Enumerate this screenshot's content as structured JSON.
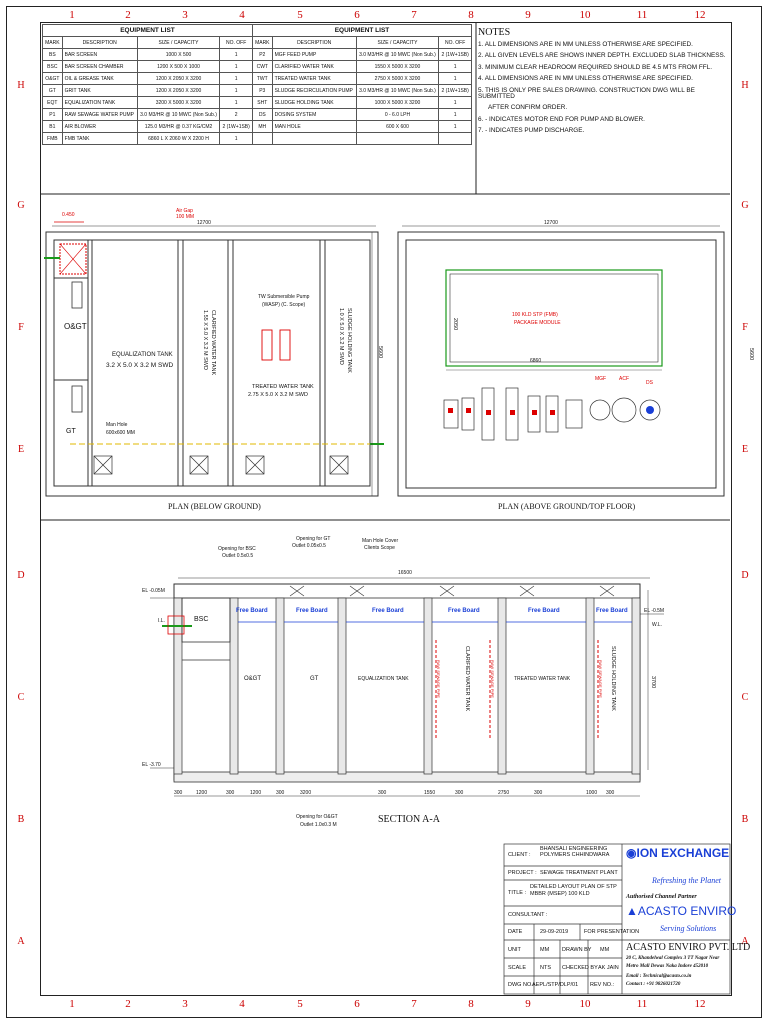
{
  "grid": {
    "columns": [
      "1",
      "2",
      "3",
      "4",
      "5",
      "6",
      "7",
      "8",
      "9",
      "10",
      "11",
      "12"
    ],
    "rows": [
      "H",
      "G",
      "F",
      "E",
      "D",
      "C",
      "B",
      "A"
    ]
  },
  "equipment_list": {
    "title": "EQUIPMENT LIST",
    "headers": [
      "MARK",
      "DESCRIPTION",
      "SIZE / CAPACITY",
      "NO. OFF"
    ],
    "left": [
      [
        "BS",
        "BAR SCREEN",
        "1000 X 500",
        "1"
      ],
      [
        "BSC",
        "BAR SCREEN CHAMBER",
        "1200 X 500 X 1000",
        "1"
      ],
      [
        "O&GT",
        "OIL & GREASE TANK",
        "1200 X 2050 X 3200",
        "1"
      ],
      [
        "GT",
        "GRIT TANK",
        "1200 X 2050 X 3200",
        "1"
      ],
      [
        "EQT",
        "EQUALIZATION TANK",
        "3200 X 5000 X 3200",
        "1"
      ],
      [
        "P1",
        "RAW SEWAGE WATER PUMP",
        "3.0 M3/HR @ 10 MWC (Non Sub.)",
        "2"
      ],
      [
        "B1",
        "AIR BLOWER",
        "125.0 M3/HR @ 0.37 KG/CM2",
        "2 (1W+1SB)"
      ],
      [
        "FMB",
        "FMB TANK",
        "6860 L X 2060 W X 2200 H",
        "1"
      ]
    ],
    "right": [
      [
        "P2",
        "MGF FEED PUMP",
        "3.0 M3/HR @ 10 MWC (Non Sub.)",
        "2 (1W+1SB)"
      ],
      [
        "CWT",
        "CLARIFIED WATER TANK",
        "1550 X 5000 X 3200",
        "1"
      ],
      [
        "TWT",
        "TREATED WATER TANK",
        "2750 X 5000 X 3200",
        "1"
      ],
      [
        "P3",
        "SLUDGE RECIRCULATION PUMP",
        "3.0 M3/HR @ 10 MWC (Non Sub.)",
        "2 (1W+1SB)"
      ],
      [
        "SHT",
        "SLUDGE HOLDING TANK",
        "1000 X 5000 X 3200",
        "1"
      ],
      [
        "DS",
        "DOSING SYSTEM",
        "0 - 6.0 LPH",
        "1"
      ],
      [
        "MH",
        "MAN HOLE",
        "600 X 600",
        "1"
      ],
      [
        "",
        "",
        "",
        ""
      ]
    ]
  },
  "notes": {
    "title": "NOTES",
    "items": [
      "1. ALL DIMENSIONS ARE IN MM UNLESS OTHERWISE ARE SPECIFIED.",
      "2. ALL GIVEN LEVELS ARE SHOWS INNER DEPTH. EXCLUDED SLAB THICKNESS.",
      "3. MINIMUM CLEAR HEADROOM REQUIRED SHOULD BE 4.5 MTS FROM FFL.",
      "4. ALL DIMENSIONS ARE IN MM UNLESS OTHERWISE ARE SPECIFIED.",
      "5. THIS IS ONLY PRE SALES DRAWING. CONSTRUCTION DWG WILL BE SUBMITTED",
      "AFTER CONFIRM ORDER.",
      "6. - INDICATES MOTOR END FOR PUMP AND BLOWER.",
      "7. - INDICATES PUMP DISCHARGE."
    ]
  },
  "plan_below": {
    "title": "PLAN (BELOW GROUND)",
    "width_dim": "12700",
    "height_dim": "5600",
    "labels": {
      "og": "O&GT",
      "gt": "GT",
      "eq": "EQUALIZATION TANK",
      "eq_size": "3.2 X 5.0 X 3.2 M SWD",
      "cw": "CLARIFIED WATER TANK",
      "cw_size": "1.55 X 5.0 X 3.2 M SWD",
      "tw": "TREATED WATER TANK",
      "tw_size": "2.75 X 5.0 X 3.2 M SWD",
      "sh": "SLUDGE HOLDING TANK",
      "sh_size": "1.0 X 5.0 X 3.2 M SWD",
      "pump": "TW Submersible Pump",
      "pump_scope": "(WASP) (C. Scope)",
      "manhole": "Man Hole",
      "manhole_size": "600x600 MM",
      "airgap": "Air Gap",
      "airgap_val": "100 MM",
      "level": "0.450"
    }
  },
  "plan_above": {
    "title": "PLAN (ABOVE GROUND/TOP FLOOR)",
    "width_dim": "12700",
    "height_dim": "5600",
    "stp": "100 KLD STP (FMB)",
    "stp_sub": "PACKAGE MODULE",
    "dim_h": "2050",
    "dim_w": "6860",
    "tags": [
      "MGF",
      "ACF",
      "DS"
    ]
  },
  "section": {
    "title": "SECTION A-A",
    "width_dim": "16500",
    "height_dim": "3700",
    "free_board": "Free Board",
    "tanks": [
      "BSC",
      "O&GT",
      "GT",
      "EQUALIZATION TANK",
      "CLARIFIED WATER TANK",
      "TREATED WATER TANK",
      "SLUDGE HOLDING TANK"
    ],
    "pipe_label": "RAW SEWAGE PIPE",
    "opening_bsc": "Opening for BSC",
    "opening_bsc_val": "Outlet 0.5x0.5",
    "opening_gt": "Opening for GT",
    "opening_gt_val": "Outlet 0.05x0.5",
    "opening_og": "Opening for O&GT",
    "opening_og_val": "Outlet 1.0x0.3 M",
    "manhole_cover": "Man Hole Cover",
    "manhole_scope": "Clients Scope",
    "lvl_top": "EL -0.05M",
    "lvl_il": "I.L.",
    "lvl_bottom": "EL -3.70",
    "lvl_right": "EL -0.5M",
    "wl": "W.L.",
    "bottom_dims": [
      "300",
      "1200",
      "300",
      "1200",
      "300",
      "3200",
      "300",
      "1550",
      "300",
      "2750",
      "300",
      "1000",
      "300"
    ]
  },
  "title_block": {
    "client_label": "CLIENT :",
    "client": "BHANSALI ENGINEERING POLYMERS CHHINDWARA",
    "project_label": "PROJECT :",
    "project": "SEWAGE TREATMENT PLANT",
    "title_label": "TITLE :",
    "title": "DETAILED LAYOUT PLAN OF STP MBBR (MSEP) 100 KLD",
    "consultant_label": "CONSULTANT :",
    "date_label": "DATE",
    "date": "29-09-2019",
    "purpose": "FOR PRESENTATION",
    "unit_label": "UNIT",
    "unit": "MM",
    "drawn_label": "DRAWN BY",
    "drawn": "MM",
    "scale_label": "SCALE",
    "scale": "NTS",
    "checked_label": "CHECKED BY",
    "checked": "AK JAIN",
    "dwg_label": "DWG NO.:",
    "dwg": "AEPL/STP/DLP/01",
    "rev_label": "REV NO.:",
    "rev": "",
    "brand1": "ION EXCHANGE",
    "brand1_tag": "Refreshing the Planet",
    "authorised": "Authorised Channel Partner",
    "brand2": "ACASTO ENVIRO",
    "brand2_tag": "Serving Solutions",
    "company": "ACASTO ENVIRO PVT. LTD",
    "address1": "20 C, Khandelwal Complex 3 TT Nagar Near",
    "address2": "Metro Mall Dewas Naka Indore 452010",
    "email": "Email : Technical@acasto.co.in",
    "contact": "Contact : +91 9826021720"
  },
  "colors": {
    "red": "#d00000",
    "blue": "#1a3fd6",
    "green": "#1a9a1a",
    "grey": "#8a8a8a"
  }
}
